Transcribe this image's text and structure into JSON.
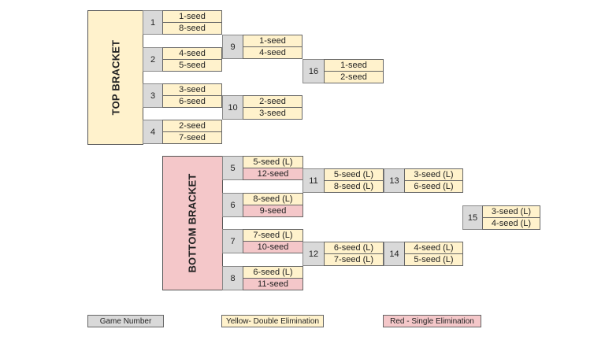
{
  "brackets": {
    "top_label": "TOP BRACKET",
    "bottom_label": "BOTTOM BRACKET"
  },
  "games": {
    "g1": {
      "number": "1",
      "slots": [
        {
          "text": "1-seed"
        },
        {
          "text": "8-seed"
        }
      ]
    },
    "g2": {
      "number": "2",
      "slots": [
        {
          "text": "4-seed"
        },
        {
          "text": "5-seed"
        }
      ]
    },
    "g3": {
      "number": "3",
      "slots": [
        {
          "text": "3-seed"
        },
        {
          "text": "6-seed"
        }
      ]
    },
    "g4": {
      "number": "4",
      "slots": [
        {
          "text": "2-seed"
        },
        {
          "text": "7-seed"
        }
      ]
    },
    "g9": {
      "number": "9",
      "slots": [
        {
          "text": "1-seed"
        },
        {
          "text": "4-seed"
        }
      ]
    },
    "g10": {
      "number": "10",
      "slots": [
        {
          "text": "2-seed"
        },
        {
          "text": "3-seed"
        }
      ]
    },
    "g16": {
      "number": "16",
      "slots": [
        {
          "text": "1-seed"
        },
        {
          "text": "2-seed"
        }
      ]
    },
    "g5": {
      "number": "5",
      "slots": [
        {
          "text": "5-seed (L)"
        },
        {
          "text": "12-seed"
        }
      ]
    },
    "g6": {
      "number": "6",
      "slots": [
        {
          "text": "8-seed (L)"
        },
        {
          "text": "9-seed"
        }
      ]
    },
    "g7": {
      "number": "7",
      "slots": [
        {
          "text": "7-seed (L)"
        },
        {
          "text": "10-seed"
        }
      ]
    },
    "g8": {
      "number": "8",
      "slots": [
        {
          "text": "6-seed (L)"
        },
        {
          "text": "11-seed"
        }
      ]
    },
    "g11": {
      "number": "11",
      "slots": [
        {
          "text": "5-seed (L)"
        },
        {
          "text": "8-seed (L)"
        }
      ]
    },
    "g12": {
      "number": "12",
      "slots": [
        {
          "text": "6-seed (L)"
        },
        {
          "text": "7-seed (L)"
        }
      ]
    },
    "g13": {
      "number": "13",
      "slots": [
        {
          "text": "3-seed (L)"
        },
        {
          "text": "6-seed (L)"
        }
      ]
    },
    "g14": {
      "number": "14",
      "slots": [
        {
          "text": "4-seed (L)"
        },
        {
          "text": "5-seed (L)"
        }
      ]
    },
    "g15": {
      "number": "15",
      "slots": [
        {
          "text": "3-seed (L)"
        },
        {
          "text": "4-seed (L)"
        }
      ]
    }
  },
  "legend": {
    "game_number": "Game Number",
    "double_elim": "Yellow- Double Elimination",
    "single_elim": "Red - Single Elimination"
  },
  "colors": {
    "double_elimination": "#fff2cc",
    "single_elimination": "#f4c7c9",
    "game_number": "#d9d9d9"
  }
}
